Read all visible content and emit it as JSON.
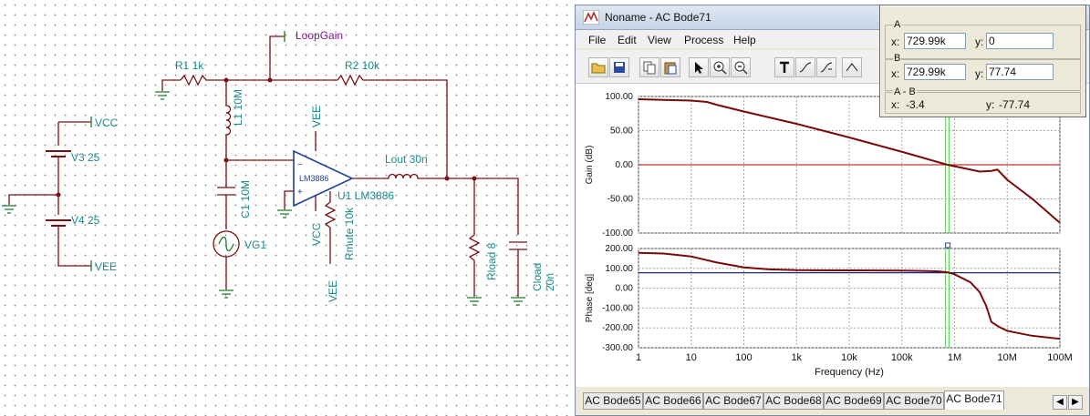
{
  "schematic": {
    "labels": {
      "vcc_rail": "VCC",
      "vee_rail": "VEE",
      "v3": "V3 25",
      "v4": "V4 25",
      "loopgain": "LoopGain",
      "r1": "R1 1k",
      "r2": "R2 10k",
      "l1": "L1 10M",
      "c1": "C1 10M",
      "vg1": "VG1",
      "vee_top": "VEE",
      "opamp_body": "LM3886",
      "u1": "U1 LM3886",
      "vcc_pin": "VCC",
      "rmute": "Rmute 10k",
      "vee_bottom": "VEE",
      "lout": "Lout 30n",
      "rload": "Rload 8",
      "cload": "Cload 20n"
    }
  },
  "window": {
    "title": "Noname - AC Bode71",
    "menu": [
      "File",
      "Edit",
      "View",
      "Process",
      "Help"
    ],
    "toolbar": [
      {
        "icon": "open-folder-icon"
      },
      {
        "icon": "save-icon"
      },
      {
        "icon": "copy-icon"
      },
      {
        "icon": "paste-icon"
      },
      {
        "icon": "pointer-icon"
      },
      {
        "icon": "zoom-in-icon"
      },
      {
        "icon": "zoom-out-icon"
      },
      {
        "icon": "text-icon"
      },
      {
        "icon": "curve-tool-icon"
      },
      {
        "icon": "curve-tool-2-icon"
      },
      {
        "icon": "curve-tool-3-icon"
      }
    ],
    "tabs": [
      "AC Bode65",
      "AC Bode66",
      "AC Bode67",
      "AC Bode68",
      "AC Bode69",
      "AC Bode70",
      "AC Bode71"
    ],
    "active_tab": "AC Bode71",
    "scroll_left": "◀",
    "scroll_right": "▶"
  },
  "cursor_panel": {
    "a_title": "A",
    "a_x_label": "x:",
    "a_x": "729.99k",
    "a_y_label": "y:",
    "a_y": "0",
    "b_title": "B",
    "b_x_label": "x:",
    "b_x": "729.99k",
    "b_y_label": "y:",
    "b_y": "77.74",
    "diff_title": "A - B",
    "diff_x_label": "x:",
    "diff_x": "-3.4",
    "diff_y_label": "y:",
    "diff_y": "-77.74"
  },
  "chart_data": [
    {
      "type": "line",
      "xscale": "log",
      "xlim": [
        1,
        100000000
      ],
      "ylim": [
        -100,
        100
      ],
      "ylabel": "Gain (dB)",
      "yticks": [
        "100.00",
        "50.00",
        "0.00",
        "-50.00",
        "-100.00"
      ],
      "grid": true,
      "series": [
        {
          "x": [
            1,
            3,
            10,
            20,
            30,
            100,
            1000,
            10000,
            100000,
            730000,
            1500000,
            3000000,
            5000000,
            6500000,
            10000000,
            30000000,
            100000000
          ],
          "y": [
            96,
            95,
            94,
            92,
            88,
            78,
            60,
            40,
            19,
            0,
            -5,
            -10,
            -9,
            -7,
            -22,
            -50,
            -85
          ],
          "color": "#7a0a0a"
        }
      ],
      "hlines": [
        {
          "y": 0,
          "color": "#c03030"
        }
      ],
      "cursor_x": 730000
    },
    {
      "type": "line",
      "xscale": "log",
      "xlim": [
        1,
        100000000
      ],
      "ylim": [
        -300,
        200
      ],
      "ylabel": "Phase [deg]",
      "xlabel": "Frequency (Hz)",
      "yticks": [
        "200.00",
        "100.00",
        "0.00",
        "-100.00",
        "-200.00",
        "-300.00"
      ],
      "xticks": [
        "1",
        "10",
        "100",
        "1k",
        "10k",
        "100k",
        "1M",
        "10M",
        "100M"
      ],
      "grid": true,
      "series": [
        {
          "x": [
            1,
            3,
            10,
            30,
            100,
            300,
            1000,
            10000,
            100000,
            500000,
            730000,
            1000000,
            2000000,
            3000000,
            4000000,
            5000000,
            7000000,
            10000000,
            30000000,
            100000000
          ],
          "y": [
            178,
            175,
            160,
            130,
            105,
            95,
            91,
            90,
            89,
            85,
            80,
            70,
            30,
            -20,
            -90,
            -170,
            -195,
            -215,
            -240,
            -255
          ],
          "color": "#7a0a0a"
        }
      ],
      "hlines": [
        {
          "y": 77.74,
          "color": "#1a2a8a"
        }
      ],
      "cursor_x": 730000
    }
  ]
}
